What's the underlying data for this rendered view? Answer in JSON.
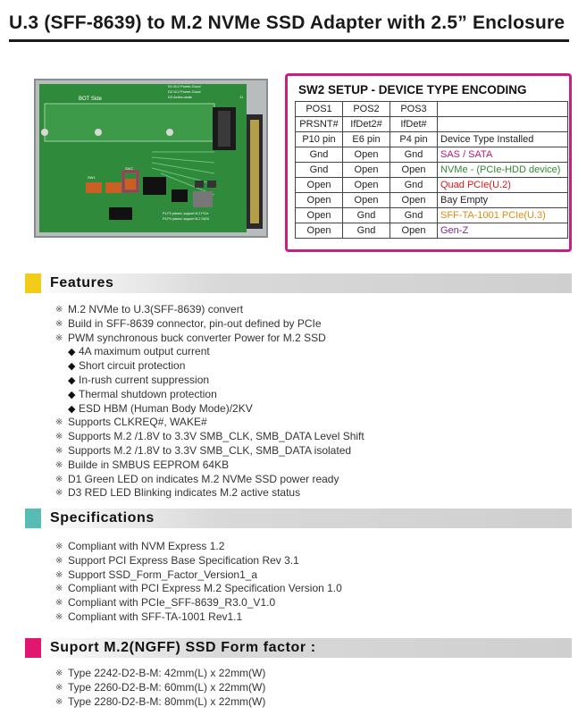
{
  "page_title": "U.3 (SFF-8639) to M.2 NVMe SSD Adapter with 2.5” Enclosure",
  "pcb": {
    "silk_bot_side": "BOT Side",
    "silk_d1": "D1 M.2 Power-Good",
    "silk_d2": "D2 M.2 Power-Good",
    "silk_d3": "D3 Active-state",
    "silk_sw1": "SW1",
    "silk_sw2": "SW2",
    "silk_j1": "J1",
    "silk_note": "P1,P2 placed, support M.2 PCIe",
    "silk_note2": "P3,P4 placed, support M.2 SATA"
  },
  "sw2": {
    "title": "SW2 SETUP - DEVICE TYPE ENCODING",
    "rows": [
      {
        "p1": "POS1",
        "p2": "POS2",
        "p3": "POS3",
        "desc": "",
        "color": "#222222"
      },
      {
        "p1": "PRSNT#",
        "p2": "IfDet2#",
        "p3": "IfDet#",
        "desc": "",
        "color": "#222222"
      },
      {
        "p1": "P10 pin",
        "p2": "E6 pin",
        "p3": "P4 pin",
        "desc": "Device Type Installed",
        "color": "#222222"
      },
      {
        "p1": "Gnd",
        "p2": "Open",
        "p3": "Gnd",
        "desc": "SAS / SATA",
        "color": "#c0187a"
      },
      {
        "p1": "Gnd",
        "p2": "Open",
        "p3": "Open",
        "desc": "NVMe - (PCIe-HDD device)",
        "color": "#2e8b2e"
      },
      {
        "p1": "Open",
        "p2": "Open",
        "p3": "Gnd",
        "desc": "Quad PCIe(U.2)",
        "color": "#d81818"
      },
      {
        "p1": "Open",
        "p2": "Open",
        "p3": "Open",
        "desc": "Bay Empty",
        "color": "#222222"
      },
      {
        "p1": "Open",
        "p2": "Gnd",
        "p3": "Gnd",
        "desc": "SFF-TA-1001 PCIe(U.3)",
        "color": "#e08a10"
      },
      {
        "p1": "Open",
        "p2": "Gnd",
        "p3": "Open",
        "desc": "Gen-Z",
        "color": "#7a2a8a"
      }
    ]
  },
  "features": {
    "heading": "Features",
    "marker_color": "#f2cc19",
    "items": [
      {
        "text": "M.2 NVMe to U.3(SFF-8639) convert",
        "sub": false
      },
      {
        "text": "Build in SFF-8639 connector, pin-out defined by PCIe",
        "sub": false
      },
      {
        "text": "PWM synchronous buck converter Power for M.2 SSD",
        "sub": false
      },
      {
        "text": "4A maximum output current",
        "sub": true
      },
      {
        "text": "Short circuit protection",
        "sub": true
      },
      {
        "text": "In-rush current suppression",
        "sub": true
      },
      {
        "text": "Thermal shutdown protection",
        "sub": true
      },
      {
        "text": "ESD HBM (Human Body Mode)/2KV",
        "sub": true
      },
      {
        "text": "Supports CLKREQ#, WAKE#",
        "sub": false
      },
      {
        "text": "Supports M.2 /1.8V to 3.3V SMB_CLK, SMB_DATA Level Shift",
        "sub": false
      },
      {
        "text": "Supports M.2 /1.8V to 3.3V SMB_CLK, SMB_DATA isolated",
        "sub": false
      },
      {
        "text": "Builde in SMBUS EEPROM 64KB",
        "sub": false
      },
      {
        "text": "D1 Green LED on indicates M.2 NVMe SSD power ready",
        "sub": false
      },
      {
        "text": "D3 RED LED Blinking indicates M.2 active status",
        "sub": false
      }
    ]
  },
  "specifications": {
    "heading": "Specifications",
    "marker_color": "#56bdb5",
    "items": [
      {
        "text": "Compliant with NVM Express 1.2",
        "sub": false
      },
      {
        "text": "Support PCI Express Base Specification Rev 3.1",
        "sub": false
      },
      {
        "text": "Support SSD_Form_Factor_Version1_a",
        "sub": false
      },
      {
        "text": "Compliant with PCI Express M.2 Specification Version 1.0",
        "sub": false
      },
      {
        "text": "Compliant with PCIe_SFF-8639_R3.0_V1.0",
        "sub": false
      },
      {
        "text": "Compliant with SFF-TA-1001 Rev1.1",
        "sub": false
      }
    ]
  },
  "form_factor": {
    "heading": "Suport M.2(NGFF) SSD Form factor :",
    "marker_color": "#e0166f",
    "items": [
      {
        "text": "Type 2242-D2-B-M: 42mm(L) x 22mm(W)",
        "sub": false
      },
      {
        "text": "Type 2260-D2-B-M: 60mm(L) x 22mm(W)",
        "sub": false
      },
      {
        "text": "Type 2280-D2-B-M: 80mm(L) x 22mm(W)",
        "sub": false
      }
    ]
  }
}
